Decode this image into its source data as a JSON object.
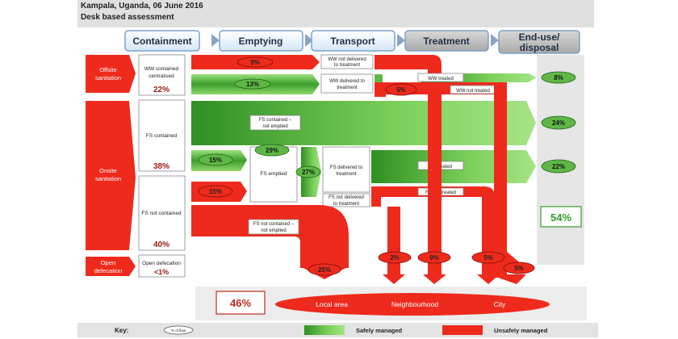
{
  "header": {
    "line1": "Kampala, Uganda, 06 June 2016",
    "line2": "Desk based assessment"
  },
  "stages": [
    "Containment",
    "Emptying",
    "Transport",
    "Treatment",
    "End-use/",
    "disposal"
  ],
  "left_labels": {
    "offsite": [
      "Offsite",
      "sanitation"
    ],
    "onsite": [
      "Onsite",
      "sanitation"
    ],
    "open": [
      "Open",
      "defecation"
    ]
  },
  "containment": {
    "ww_centralised": [
      "WW contained",
      "centralised"
    ],
    "ww_centralised_pct": "22%",
    "fs_contained": "FS contained",
    "fs_contained_pct": "38%",
    "fs_not_contained": "FS not contained",
    "fs_not_contained_pct": "40%",
    "open_defecation": "Open defecation",
    "open_defecation_pct": "<1%"
  },
  "flows": {
    "ww_not_delivered_pct": "9%",
    "ww_not_delivered": [
      "WW not delivered",
      "to treatment"
    ],
    "ww_delivered_pct": "13%",
    "ww_delivered": [
      "WW delivered to",
      "treatment"
    ],
    "ww_not_treated_pct": "5%",
    "ww_treated": "WW treated",
    "ww_not_treated": "WW not treated",
    "ww_enduse_pct": "8%",
    "fs_contained_not_emptied": [
      "FS contained –",
      "not emptied"
    ],
    "fs_not_emptied_enduse_pct": "24%",
    "fs_safe_emptied_pct": "15%",
    "fs_unsafe_emptied_pct": "15%",
    "fs_emptied_pct": "29%",
    "fs_emptied": "FS emptied",
    "fs_delivered_pct": "27%",
    "fs_delivered": [
      "FS delivered to",
      "treatment"
    ],
    "fs_not_delivered": [
      "FS not delivered",
      "to treatment"
    ],
    "fs_treated": "FS treated",
    "fs_treated_enduse_pct": "22%",
    "fs_not_treated": "FS not treated",
    "fs_not_contained_not_emptied": [
      "FS not contained –",
      "not emptied"
    ],
    "fs_not_contained_pct": "25%",
    "drop_pcts": [
      "2%",
      "9%",
      "5%",
      "5%"
    ]
  },
  "totals": {
    "safely_managed": "54%",
    "unsafely_managed": "46%"
  },
  "bottom_bar": [
    "Local area",
    "Neighbourhood",
    "City"
  ],
  "key": {
    "title": "Key:",
    "flow_sample": "% of flow",
    "safely": "Safely managed",
    "unsafely": "Unsafely managed"
  },
  "colors": {
    "safe_dark": "#3a9a2a",
    "safe_light": "#8fd86a",
    "unsafe": "#ee2a1c",
    "stage_fill": "#eaf3fb",
    "treat_fill": "#b5b5b5"
  }
}
